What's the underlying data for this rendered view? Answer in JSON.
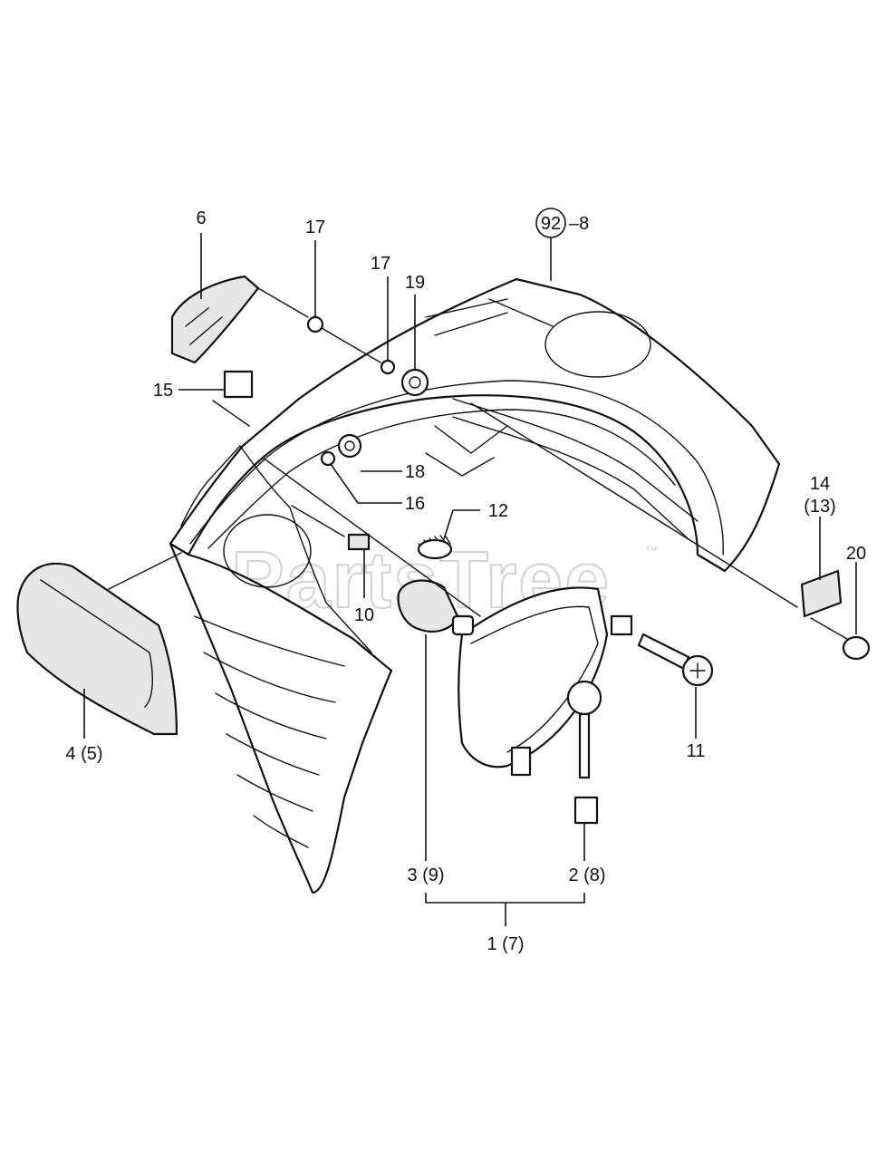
{
  "watermark": {
    "text": "PartsTree",
    "tm": "™"
  },
  "callouts": {
    "p6": "6",
    "p17a": "17",
    "p17b": "17",
    "p19": "19",
    "p92_circle": "92",
    "p92_suffix": "–8",
    "p15": "15",
    "p18": "18",
    "p16": "16",
    "p12": "12",
    "p14": "14",
    "p13": "(13)",
    "p20": "20",
    "p10": "10",
    "p4": "4 (5)",
    "p11": "11",
    "p3": "3 (9)",
    "p2": "2 (8)",
    "p1": "1 (7)"
  }
}
